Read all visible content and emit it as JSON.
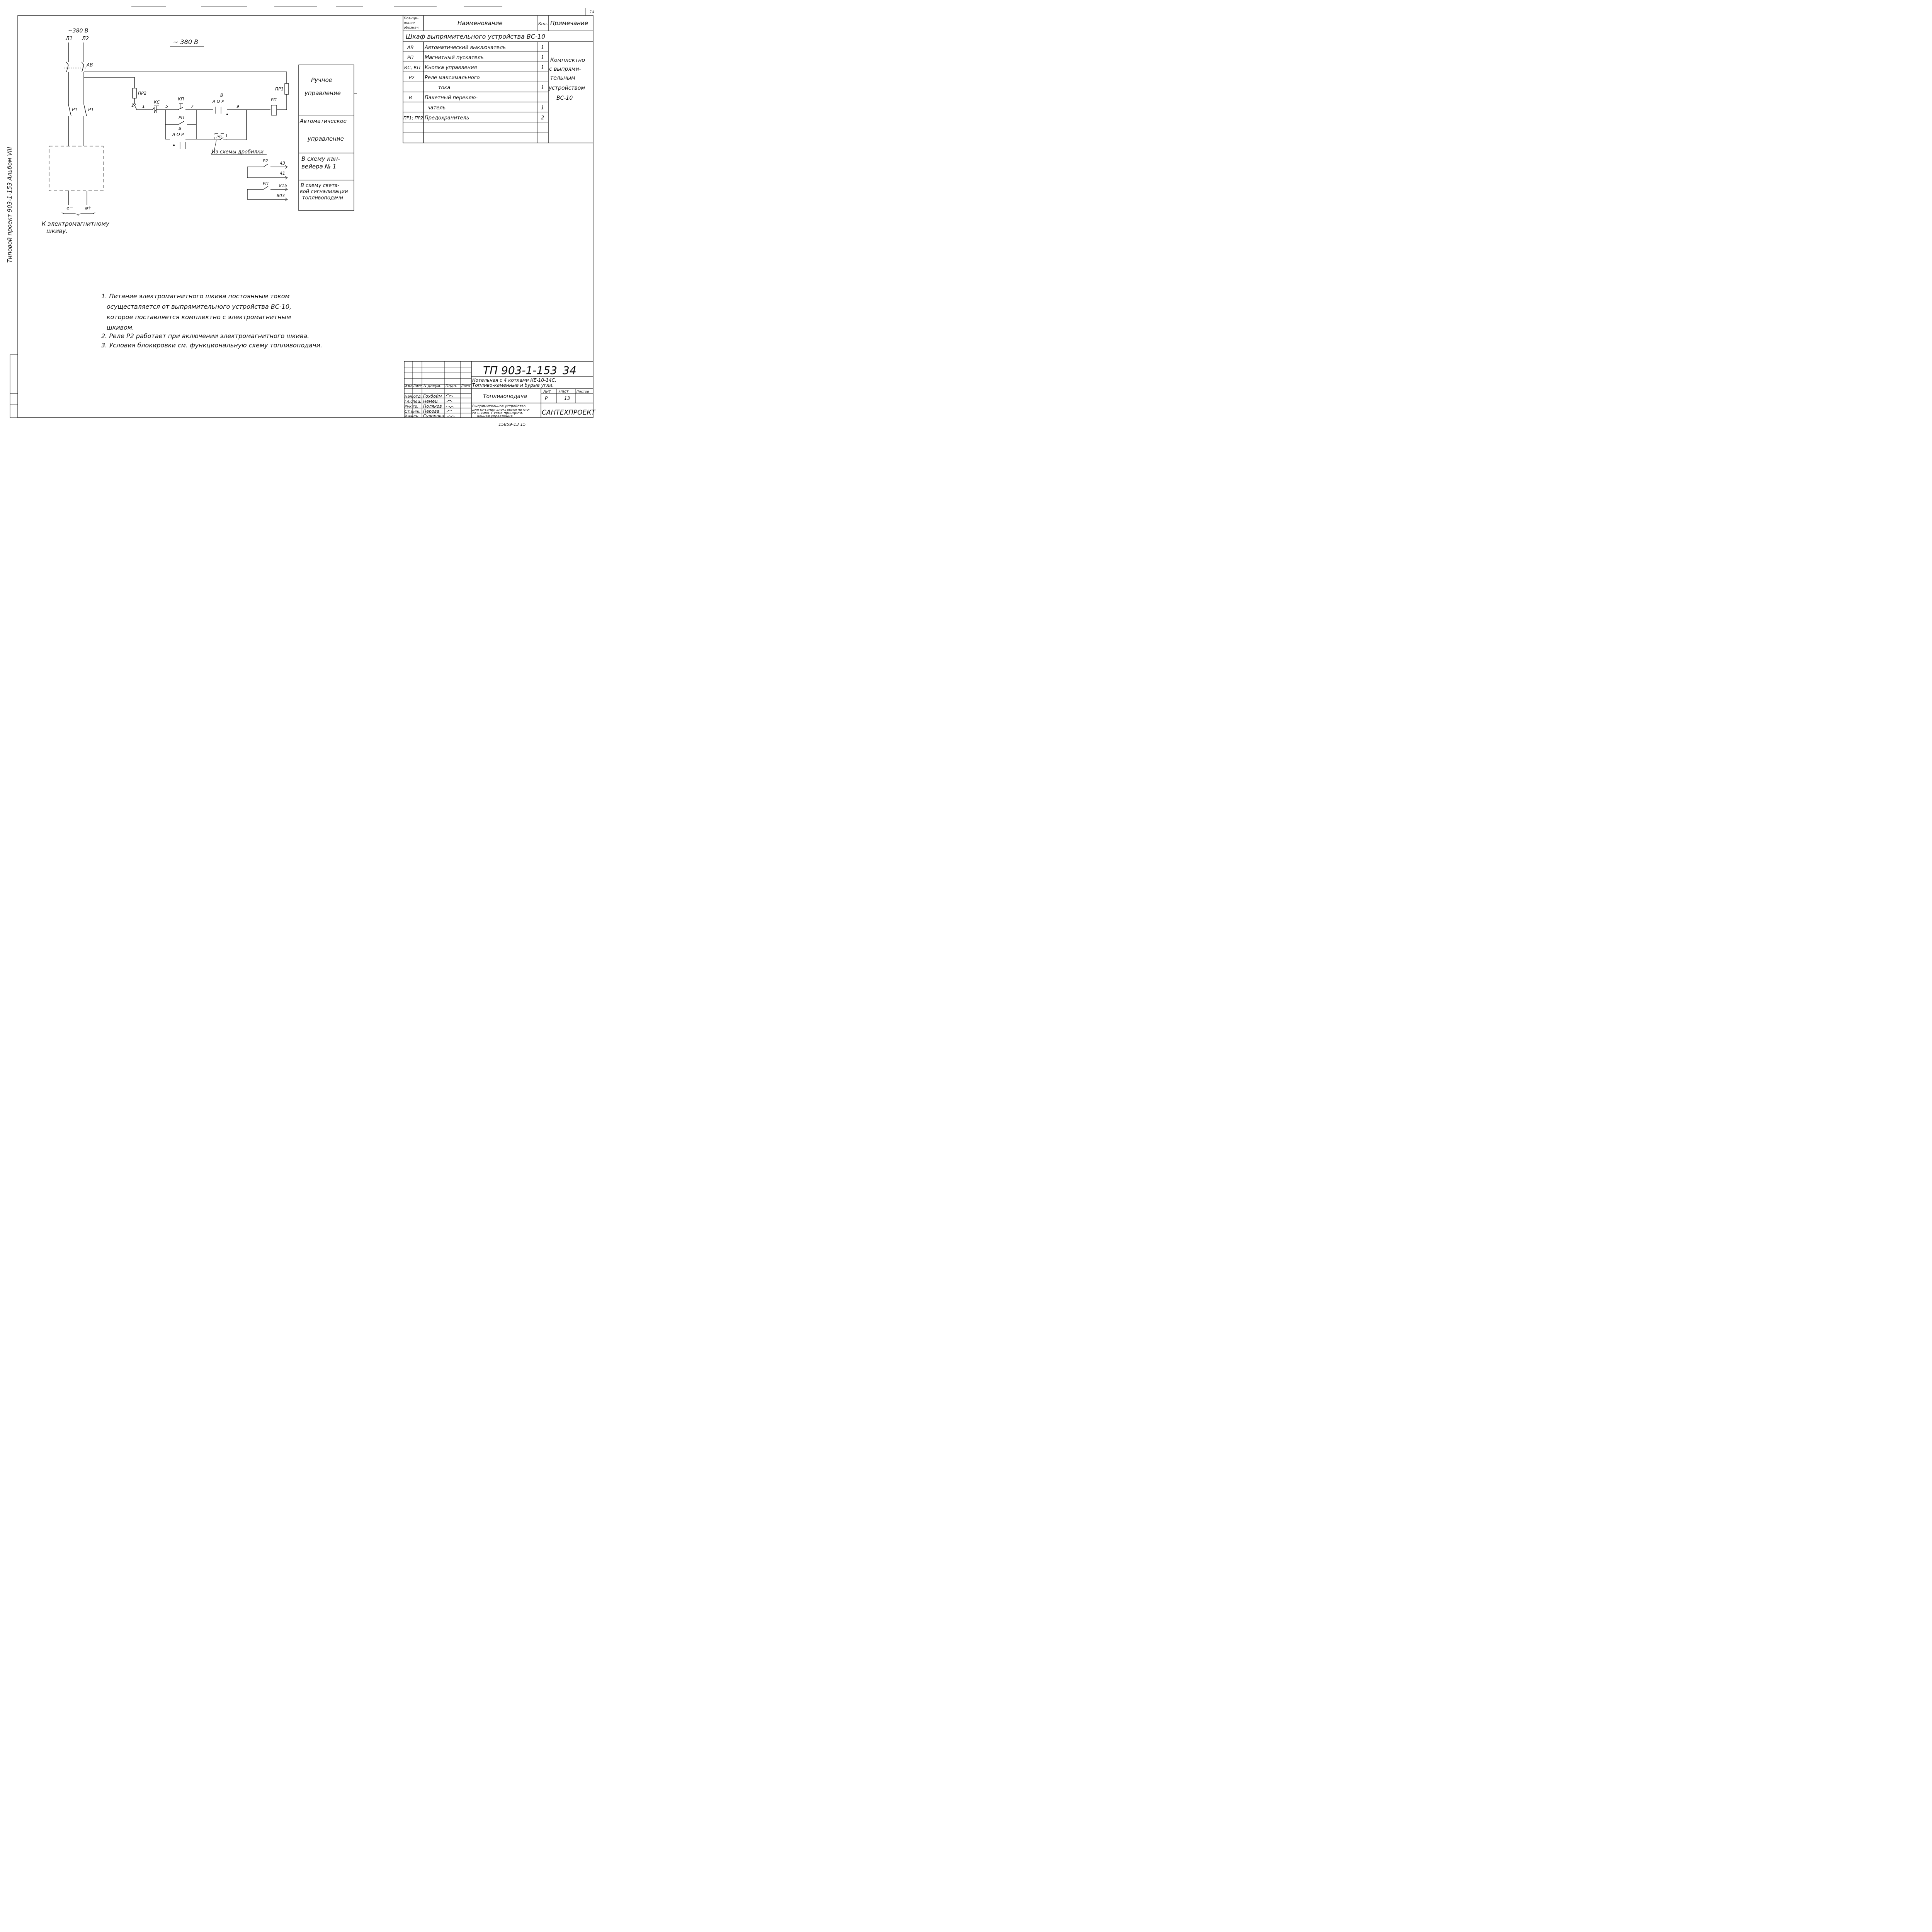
{
  "corner_mark": "14",
  "stamp_number": "15859-13  15",
  "schematic": {
    "supply_left_voltage": "~380 В",
    "supply_left_phase1": "Л1",
    "supply_left_phase2": "Л2",
    "supply_center_voltage": "~ 380 В",
    "breaker_label": "АВ",
    "contact_p1_left": "Р1",
    "contact_p1_right": "Р1",
    "fuse_pr2": "ПР2",
    "fuse_pr1": "ПР1",
    "button_ks": "КС",
    "button_kp": "КП",
    "coil_rp": "РП",
    "contact_rp": "РП",
    "switch_v_top": "В",
    "switch_aop_top": "А О Р",
    "switch_v_bottom": "В",
    "switch_aop_bottom": "А О Р",
    "remote_contact": "РП",
    "remote_contact_caption": "Из схемы дробилки",
    "node_1": "1",
    "node_1b": "1",
    "node_5": "5",
    "node_7": "7",
    "node_9": "9",
    "contact_r2": "Р2",
    "wire_43": "43",
    "wire_41": "41",
    "contact_rp2": "РП",
    "wire_815": "815",
    "wire_803": "803",
    "terminal_minus": "⌀−",
    "terminal_plus": "⌀+",
    "load_caption_1": "К электромагнитному",
    "load_caption_2": "шкиву."
  },
  "mode_table": {
    "manual_1": "Ручное",
    "manual_2": "управление",
    "auto_1": "Автоматическое",
    "auto_2": "управление",
    "conveyor_1": "В схему кан-",
    "conveyor_2": "вейера № 1",
    "signal_1": "В схему света-",
    "signal_2": "вой сигнализации",
    "signal_3": "топливоподачи"
  },
  "spec_table": {
    "header_pos": [
      "Позици-",
      "онное",
      "обознач."
    ],
    "header_name": "Наименование",
    "header_qty": "Кол.",
    "header_note": "Примечание",
    "group_title": "Шкаф выпрямительного устройства ВС-10",
    "rows": [
      {
        "pos": "АВ",
        "name": "Автоматический выключатель",
        "qty": "1"
      },
      {
        "pos": "РП",
        "name": "Магнитный пускатель",
        "qty": "1"
      },
      {
        "pos": "КС, КП",
        "name": "Кнопка управления",
        "qty": "1"
      },
      {
        "pos": "Р2",
        "name": "Реле максимального",
        "qty": ""
      },
      {
        "pos": "",
        "name": "тока",
        "qty": "1"
      },
      {
        "pos": "В",
        "name": "Пакетный переклю-",
        "qty": ""
      },
      {
        "pos": "",
        "name": "чатель",
        "qty": "1"
      },
      {
        "pos": "ПР1; ПР2",
        "name": "Предохранитель",
        "qty": "2"
      },
      {
        "pos": "",
        "name": "",
        "qty": ""
      },
      {
        "pos": "",
        "name": "",
        "qty": ""
      }
    ],
    "note_lines": [
      "Комплектно",
      "с выпрями-",
      "тельным",
      "устройством",
      "ВС-10"
    ]
  },
  "notes": [
    "1. Питание электромагнитного шкива постоянным током",
    "осуществляется от выпрямительного устройства ВС-10,",
    "которое поставляется комплектно с электромагнитным",
    "шкивом.",
    "2. Реле Р2 работает при включении электромагнитного шкива.",
    "3. Условия блокировки см. функциональную схему топливоподачи."
  ],
  "title_block": {
    "doc_number": "ТП 903-1-153",
    "sheet_code": "34",
    "project_line_1": "Котельная с 4 котлами КЕ-10-14С.",
    "project_line_2": "Топливо-каменные и бурые угли.",
    "section_title": "Топливоподача",
    "drawing_title_1": "Выпрямительное устройство",
    "drawing_title_2": "для питания электромагнитно-",
    "drawing_title_3": "го шкива. Схема принципи-",
    "drawing_title_4": "альная управления",
    "col_headers": [
      "Изм.",
      "Лист",
      "N докум.",
      "Подп.",
      "Дата"
    ],
    "lit_label": "Лит",
    "sheet_label": "Лист",
    "sheets_label": "Листов",
    "lit_value": "Р",
    "sheet_value": "13",
    "sheets_value": "",
    "organization": "САНТЕХПРОЕКТ",
    "staff": [
      {
        "role": "Нач.отд.",
        "name": "Гохбойм"
      },
      {
        "role": "Гл.спец.",
        "name": "Немец"
      },
      {
        "role": "Рук.гр.",
        "name": "Поляков"
      },
      {
        "role": "Ст.инж.",
        "name": "Перова"
      },
      {
        "role": "Инжен.",
        "name": "Суворова"
      }
    ]
  },
  "side_stamp": "Типовой проект 903-1-153 Альбом VIII"
}
